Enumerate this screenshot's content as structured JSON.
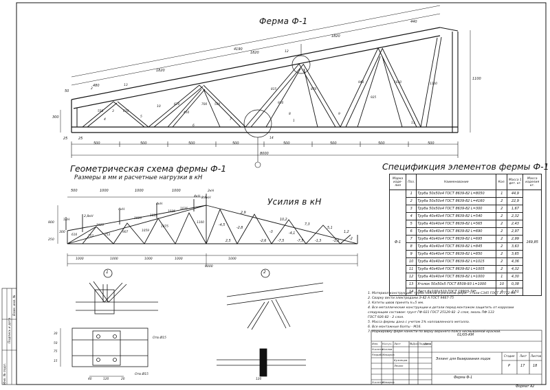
{
  "titles": {
    "truss": "Ферма Ф-1",
    "geometry": "Геометрическая схема фермы Ф-1",
    "geometry_sub": "Размеры в мм и расчетные нагрузки в кН",
    "forces": "Усилия в кН",
    "spec": "Спецификция элементов фермы Ф-1"
  },
  "truss_dims": {
    "top": [
      "4190",
      "1820",
      "1820",
      "1820",
      "440"
    ],
    "bottom_spans": [
      "500",
      "500",
      "500",
      "500",
      "500",
      "500",
      "500",
      "500"
    ],
    "total": "8000",
    "height_left": "300",
    "height_right": "1100",
    "top_left": "480",
    "small": [
      "25",
      "25",
      "50",
      "13",
      "14",
      "12",
      "10",
      "11",
      "3",
      "4",
      "5",
      "6",
      "7",
      "8",
      "9",
      "1",
      "2"
    ],
    "diag": [
      "550",
      "610",
      "670",
      "450",
      "500",
      "815",
      "870",
      "940",
      "1010",
      "1100",
      "700",
      "920",
      "925"
    ]
  },
  "geometry": {
    "top_dims": [
      "500",
      "1000",
      "1000",
      "1000"
    ],
    "loads": [
      "2,8кН",
      "4кН",
      "4кН",
      "4кН",
      "2кН",
      "2,8кН",
      "1кН"
    ],
    "panel_lengths": [
      "1820",
      "1026",
      "1026",
      "1026",
      "1028"
    ],
    "diagonals": [
      "616",
      "752",
      "753",
      "907",
      "1059",
      "1075",
      "1100"
    ],
    "left_heights": [
      "800",
      "250",
      "300"
    ],
    "bottom": [
      "1000",
      "1000",
      "1000",
      "1000",
      "1000"
    ],
    "total": "8000"
  },
  "forces": {
    "top": [
      "2,9",
      "10,2",
      "7,3",
      "5,1",
      "1,2"
    ],
    "bottom": [
      "2,5",
      "-2,6",
      "-7,5",
      "-7,5",
      "-1,3",
      "-1,3"
    ],
    "diag": [
      "-4,5",
      "-2,8",
      "-3",
      "-4,1",
      "-2"
    ]
  },
  "details": {
    "d1": "1",
    "d2": "2",
    "bolt": "Отв Ø15",
    "dims": [
      "30",
      "50",
      "75",
      "15",
      "120",
      "40",
      "20",
      "120"
    ]
  },
  "spec": {
    "headers": [
      "Марка изде-лия",
      "Поз.",
      "Наименование",
      "Кол.",
      "Масса 1 дет. кг.",
      "Масса изделия кг."
    ],
    "mark": "Ф-1",
    "total_mass": "169,85",
    "rows": [
      [
        "1",
        "Труба 50х50х4 ГОСТ 8639-82 L=8050",
        "1",
        "44,9"
      ],
      [
        "2",
        "Труба 50х50х4 ГОСТ 8639-82 L=4160",
        "2",
        "22,9"
      ],
      [
        "3",
        "Труба 50х50х4 ГОСТ 8639-82 L=300",
        "2",
        "1,67"
      ],
      [
        "4",
        "Труба 40х40х4 ГОСТ 8639-82 L=540",
        "2",
        "2,32"
      ],
      [
        "5",
        "Труба 40х40х4 ГОСТ 8639-82 L=565",
        "2",
        "2,43"
      ],
      [
        "6",
        "Труба 40х40х4 ГОСТ 8639-82 L=690",
        "2",
        "2,97"
      ],
      [
        "7",
        "Труба 40х40х4 ГОСТ 8639-82 L=695",
        "2",
        "2,99"
      ],
      [
        "8",
        "Труба 40х40х4 ГОСТ 8639-82 L=845",
        "2",
        "3,63"
      ],
      [
        "9",
        "Труба 40х40х4 ГОСТ 8639-82 L=850",
        "2",
        "3,65"
      ],
      [
        "10",
        "Труба 40х40х4 ГОСТ 8639-82 L=1015",
        "2",
        "4,36"
      ],
      [
        "11",
        "Труба 40х40х4 ГОСТ 8639-82 L=1005",
        "2",
        "4,32"
      ],
      [
        "12",
        "Труба 40х40х4 ГОСТ 8639-82 L=1000",
        "1",
        "4,30"
      ],
      [
        "13",
        "Уголок 50х50х5 ГОСТ 8509-93 L=1000",
        "10",
        "0,38"
      ],
      [
        "14",
        "Лист 6х100х310 ГОСТ 19903-74*",
        "2",
        "2,51"
      ]
    ]
  },
  "notes": [
    "1. Материал конструкций: трубы поясов и раскосов ферм - стали С345 ГОСТ 27772-88,",
    "2. Сварку вести электродами Э-42 А ГОСТ 9467-75",
    "3. Катеты швов принять k=5 мм.",
    "4. Все металлические конструкции и детали перед монтажом защитить от коррозии",
    "следующим составом: грунт ГФ-021 ГОСТ 25129-82 -2 слоя, эмаль ПФ-133",
    "ГОСТ 926-82 - 2 слоя.",
    "5. Масса фермы дана с учетом 1% наплавленного металла.",
    "6. Все монтажные болты - М16.",
    "7. Маркировку ферм нанести по верху верхнего пояса несмываемой краской."
  ],
  "stamp": {
    "code": "01/05-КМ",
    "object": "Эллинг для базирования лодок",
    "sheet_title": "Ферма Ф-1",
    "stage_label": "Стадия",
    "sheet_label": "Лист",
    "sheets_label": "Листов",
    "stage": "Р",
    "sheet": "17",
    "sheets": "18",
    "rows": [
      [
        "Изм.",
        "Кол.уч.",
        "Лист",
        "№Док.",
        "Подпись",
        "Дата"
      ],
      [
        "Н.контр.",
        "Козлов",
        "",
        "",
        "",
        ""
      ],
      [
        "Разраб.",
        "Макаров",
        "",
        "",
        "",
        ""
      ],
      [
        "Н.контр.",
        "Макаров",
        "",
        "",
        "",
        ""
      ]
    ],
    "extra": [
      "Кузнецов",
      "Лешок"
    ],
    "format": "Формат А2"
  },
  "side_labels": [
    "Инв. № подл.",
    "Подпись и дата",
    "Взам. инв. №"
  ]
}
